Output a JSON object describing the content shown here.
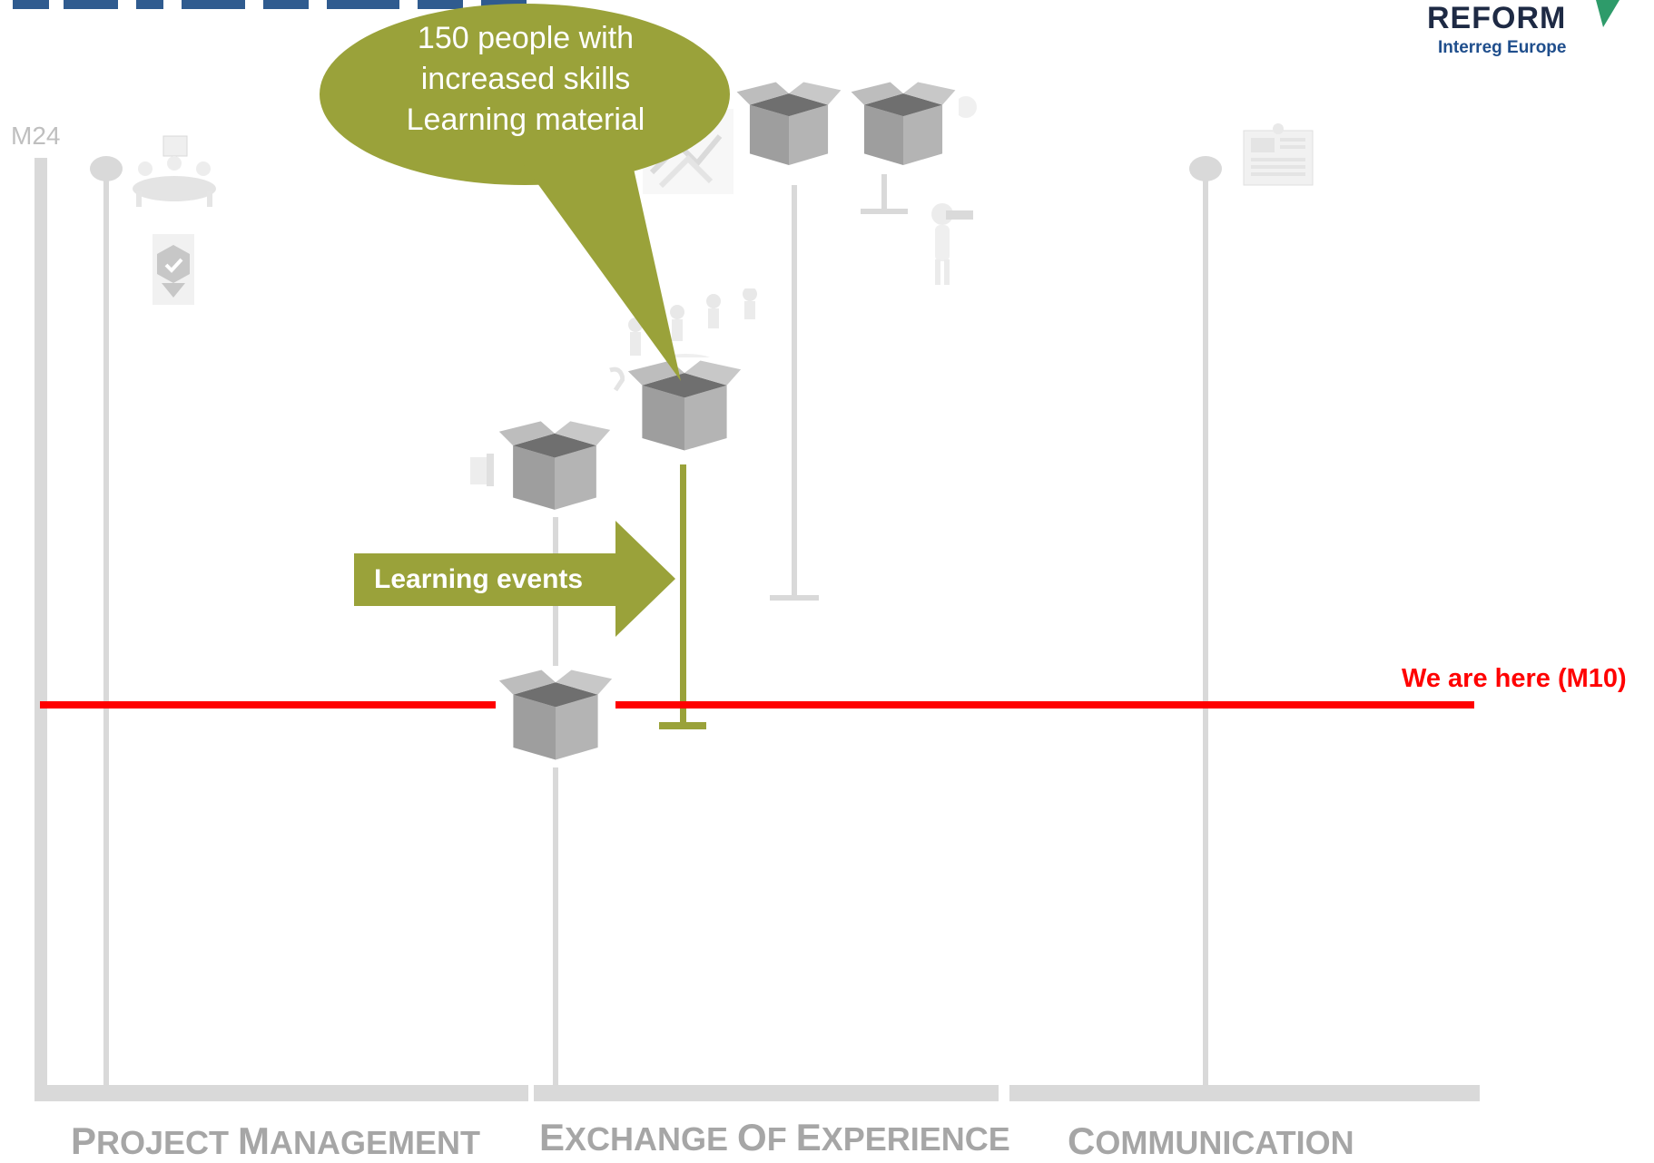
{
  "logo": {
    "name": "REFORM",
    "program": "Interreg Europe"
  },
  "timeline": {
    "top_label": "M24"
  },
  "callout": {
    "text": "150 people with increased skills Learning material"
  },
  "arrow": {
    "label": "Learning events"
  },
  "current_marker": {
    "label": "We are here (M10)"
  },
  "categories": [
    {
      "first": "P",
      "rest": "ROJECT ",
      "first2": "M",
      "rest2": "ANAGEMENT"
    },
    {
      "first": "E",
      "rest": "XCHANGE ",
      "first2": "O",
      "rest2": "F ",
      "first3": "E",
      "rest3": "XPERIENCE"
    },
    {
      "first": "C",
      "rest": "OMMUNICATION"
    }
  ],
  "colors": {
    "olive": "#9aa23a",
    "red": "#ff0000",
    "grey": "#d9d9d9",
    "label_grey": "#a6a6a6",
    "logo_green": "#2e9b6a",
    "logo_blue": "#1f4e8c"
  },
  "icons": [
    "meeting-table-icon",
    "certificate-badge-icon",
    "maze-icon",
    "box-icon",
    "figure-binoculars-icon",
    "figures-jumping-icon",
    "newspaper-reader-icon",
    "ring-binder-icon"
  ]
}
